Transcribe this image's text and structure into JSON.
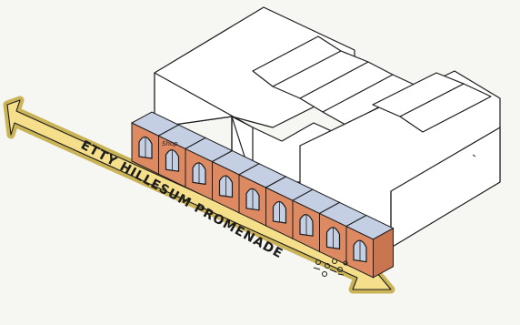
{
  "sketch": {
    "promenade_label": "ETTY HILLESUM PROMENADE",
    "shop_label": "Shop",
    "arcade_unit_count": 9
  },
  "colors": {
    "background": "#f6f7f2",
    "promenade_fill": "#f5df8a",
    "promenade_stroke": "#c9b150",
    "brick": "#dd8a63",
    "brick_dark": "#c9754f",
    "glass": "#c4cfe3",
    "ink": "#1c1c1c",
    "building_fill": "#ffffff"
  }
}
